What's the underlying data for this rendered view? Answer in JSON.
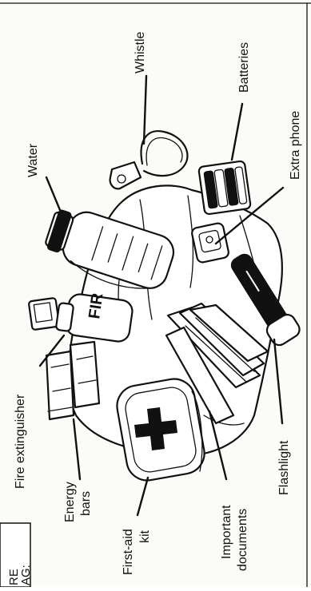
{
  "labels": {
    "whistle": "Whistle",
    "batteries": "Batteries",
    "water": "Water",
    "extra_phone": "Extra phone",
    "fire_extinguisher": "Fire extinguisher",
    "energy_bars": [
      "Energy",
      "bars"
    ],
    "first_aid_kit": [
      "First-aid",
      "kit"
    ],
    "important_documents": [
      "Important",
      "documents"
    ],
    "flashlight": "Flashlight"
  },
  "corner_tag": [
    "RE",
    "AG:"
  ],
  "extinguisher_print": "FIR"
}
